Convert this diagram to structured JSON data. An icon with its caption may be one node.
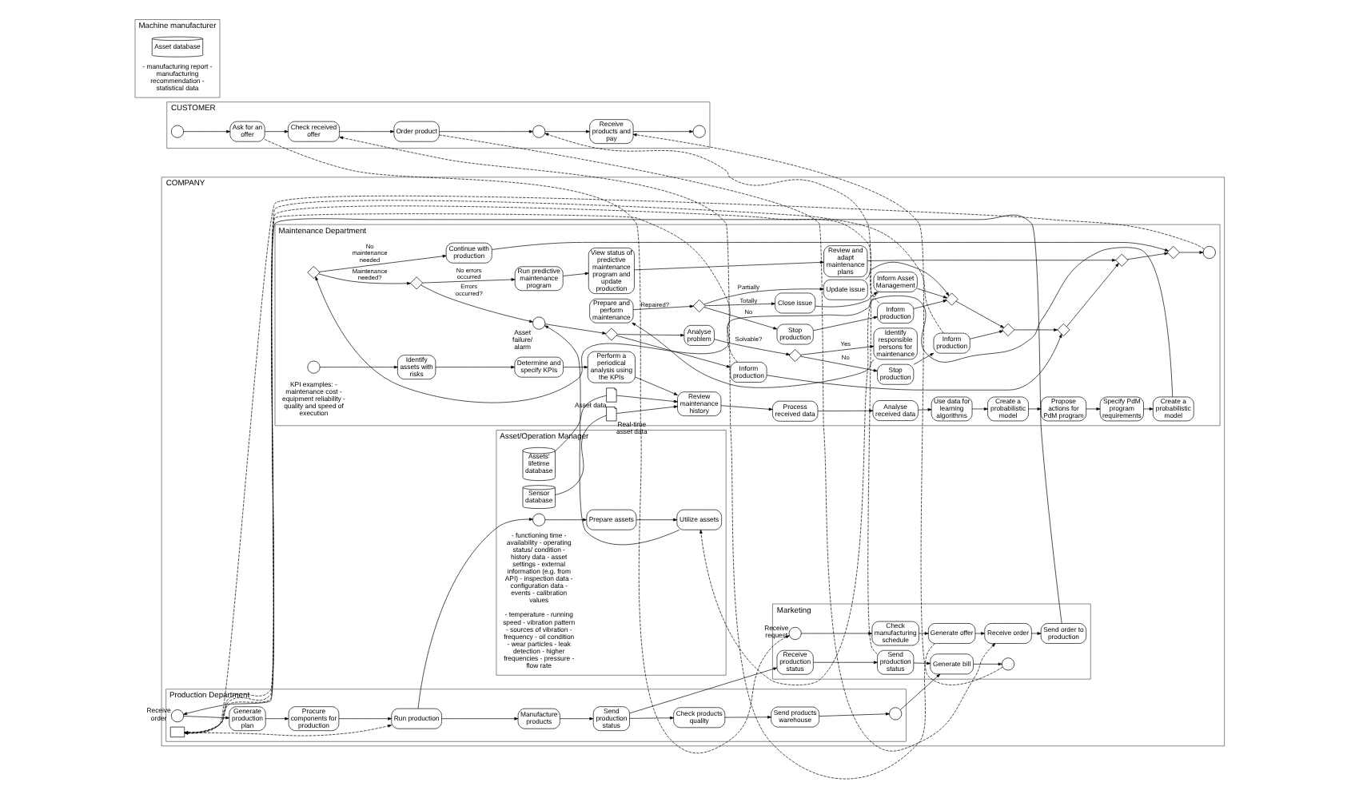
{
  "diagram": {
    "nodes": [
      {
        "text": [
          "CUSTOMER"
        ]
      },
      {
        "text": [
          "COMPANY"
        ]
      },
      {
        "text": [
          "Marketing"
        ],
        "in": 1
      },
      {
        "text": [
          "Production Department"
        ],
        "in": 1
      },
      {
        "text": [
          "Asset/Operation Manager"
        ],
        "in": 1
      },
      {
        "text": [
          "Maintenance Department"
        ],
        "in": 1
      },
      {
        "text": [
          "Machine manufacturer"
        ]
      },
      {
        "text": [],
        "shape": "circle",
        "in": 0
      },
      {
        "text": [
          "Ask for an offer"
        ],
        "in": 0
      },
      {
        "text": [
          "Check received offer"
        ],
        "in": 0
      },
      {
        "text": [
          "Order product"
        ],
        "in": 0
      },
      {
        "text": [],
        "shape": "circle",
        "in": 0
      },
      {
        "text": [
          "Receive products and pay"
        ],
        "in": 0
      },
      {
        "text": [],
        "shape": "circle",
        "in": 0
      },
      {
        "text": [],
        "shape": "circle",
        "beside": [
          "Receive request"
        ],
        "in": 2
      },
      {
        "text": [
          "Check manufacturing schedule"
        ],
        "in": 2
      },
      {
        "text": [
          "Generate offer"
        ],
        "in": 2
      },
      {
        "text": [
          "Receive order"
        ],
        "in": 2
      },
      {
        "text": [
          "Send order to production"
        ],
        "in": 2
      },
      {
        "text": [
          "Receive production status"
        ],
        "in": 2
      },
      {
        "text": [
          "Send production status"
        ],
        "in": 2
      },
      {
        "text": [
          "Generate bill"
        ],
        "in": 2
      },
      {
        "text": [],
        "shape": "circle",
        "in": 2
      },
      {
        "text": [],
        "shape": "circle",
        "beside": [
          "Receive order"
        ],
        "in": 3
      },
      {
        "text": [
          "Generate production plan"
        ],
        "in": 3
      },
      {
        "text": [
          "Procure components for production"
        ],
        "in": 3
      },
      {
        "text": [
          "Run production"
        ],
        "in": 3
      },
      {
        "text": [
          "Manufacture products"
        ],
        "in": 3
      },
      {
        "text": [
          "Send production status"
        ],
        "in": 3
      },
      {
        "text": [
          "Check products quality"
        ],
        "in": 3
      },
      {
        "text": [
          "Send products warehouse"
        ],
        "in": 3
      },
      {
        "text": [],
        "shape": "circle",
        "in": 3
      },
      {
        "text": [],
        "shape": "envelope",
        "in": 3
      },
      {
        "text": [],
        "shape": "circle",
        "in": 4
      },
      {
        "text": [
          "Prepare assets"
        ],
        "in": 4
      },
      {
        "text": [
          "Utilize assets"
        ],
        "in": 4
      },
      {
        "text": [
          "Assets' lifetime database"
        ],
        "in": 4
      },
      {
        "text": [
          "Sensor database"
        ],
        "in": 4
      },
      {
        "text": [],
        "shape": "circle",
        "in": 5
      },
      {
        "text": [
          "Identify assets with risks"
        ],
        "in": 5
      },
      {
        "text": [
          "Determine and specify KPIs"
        ],
        "in": 5
      },
      {
        "text": [
          "Perform a periodical analysis using the KPIs"
        ],
        "in": 5
      },
      {
        "text": [
          "Review maintenance history"
        ],
        "in": 5
      },
      {
        "text": [
          "Process received data"
        ],
        "in": 5
      },
      {
        "text": [
          "Analyse received data"
        ],
        "in": 5
      },
      {
        "text": [
          "Use data for learning algorithms"
        ],
        "in": 5
      },
      {
        "text": [
          "Create a probabilistic model"
        ],
        "in": 5
      },
      {
        "text": [
          "Propose actions for PdM program"
        ],
        "in": 5
      },
      {
        "text": [
          "Specify PdM program requirements"
        ],
        "in": 5
      },
      {
        "text": [
          "Create a probabilistic model"
        ],
        "in": 5
      },
      {
        "text": [],
        "shape": "diamond",
        "in": 5
      },
      {
        "text": [],
        "shape": "diamond",
        "in": 5
      },
      {
        "text": [],
        "shape": "circle",
        "beside": [
          "Asset failure/ alarm"
        ],
        "in": 5
      },
      {
        "text": [],
        "shape": "diamond",
        "in": 5
      },
      {
        "text": [
          "Inform production"
        ],
        "in": 5
      },
      {
        "text": [
          "Analyse problem"
        ],
        "in": 5
      },
      {
        "text": [],
        "shape": "diamond",
        "in": 5
      },
      {
        "text": [
          "Identify responsible persons for maintenance"
        ],
        "in": 5
      },
      {
        "text": [
          "Prepare and perform maintenance"
        ],
        "in": 5
      },
      {
        "text": [],
        "shape": "diamond",
        "in": 5
      },
      {
        "text": [
          "Close issue"
        ],
        "in": 5
      },
      {
        "text": [
          "Inform Asset Management"
        ],
        "in": 5
      },
      {
        "text": [
          "Update issue"
        ],
        "in": 5
      },
      {
        "text": [
          "Stop production"
        ],
        "in": 5
      },
      {
        "text": [
          "Inform production"
        ],
        "in": 5
      },
      {
        "text": [],
        "shape": "diamond",
        "in": 5
      },
      {
        "text": [
          "Stop production"
        ],
        "in": 5
      },
      {
        "text": [
          "Inform production"
        ],
        "in": 5
      },
      {
        "text": [],
        "shape": "diamond",
        "in": 5
      },
      {
        "text": [],
        "shape": "diamond",
        "in": 5
      },
      {
        "text": [],
        "shape": "diamond",
        "in": 5
      },
      {
        "text": [
          "Run predictive maintenance program"
        ],
        "in": 5
      },
      {
        "text": [
          "View status of predictive maintenance program and update production"
        ],
        "in": 5
      },
      {
        "text": [
          "Review and adapt maintenance plans"
        ],
        "in": 5
      },
      {
        "text": [
          "Continue with production"
        ],
        "in": 5
      },
      {
        "text": [],
        "shape": "diamond",
        "in": 5
      },
      {
        "text": [],
        "shape": "circle",
        "in": 5
      },
      {
        "text": [],
        "shape": "document",
        "beside": [
          "Asset data"
        ],
        "in": 5
      },
      {
        "text": [],
        "shape": "document",
        "beside": [
          "Real-time asset data"
        ],
        "in": 5
      },
      {
        "text": [
          "Asset database"
        ],
        "in": 6
      }
    ],
    "edges": [
      {
        "from": 7,
        "to": 8,
        "arrow": "to"
      },
      {
        "from": 8,
        "to": 9,
        "arrow": "to"
      },
      {
        "from": 9,
        "to": 10,
        "arrow": "to"
      },
      {
        "from": 10,
        "to": 11,
        "arrow": "to"
      },
      {
        "from": 11,
        "to": 12,
        "arrow": "to"
      },
      {
        "from": 12,
        "to": 13,
        "arrow": "to"
      },
      {
        "from": 8,
        "to": 14,
        "arrow": "to",
        "style": "dashed"
      },
      {
        "from": 16,
        "to": 9,
        "arrow": "to",
        "style": "dashed"
      },
      {
        "from": 10,
        "to": 17,
        "arrow": "to",
        "style": "dashed"
      },
      {
        "from": 20,
        "to": 11,
        "arrow": "to",
        "style": "dashed"
      },
      {
        "from": 22,
        "to": 12,
        "arrow": "to",
        "style": "dashed"
      },
      {
        "from": 14,
        "to": 15,
        "arrow": "to"
      },
      {
        "from": 15,
        "to": 16,
        "arrow": "to"
      },
      {
        "from": 16,
        "to": 17,
        "arrow": "to"
      },
      {
        "from": 17,
        "to": 18,
        "arrow": "to"
      },
      {
        "from": 18,
        "to": 23,
        "arrow": "to"
      },
      {
        "from": 19,
        "to": 20,
        "arrow": "to"
      },
      {
        "from": 20,
        "to": 21,
        "arrow": "to"
      },
      {
        "from": 21,
        "to": 22,
        "arrow": "to"
      },
      {
        "from": 28,
        "to": 19,
        "arrow": "to"
      },
      {
        "from": 31,
        "to": 21,
        "arrow": "to"
      },
      {
        "from": 23,
        "to": 24,
        "arrow": "to"
      },
      {
        "from": 24,
        "to": 25,
        "arrow": "to"
      },
      {
        "from": 25,
        "to": 26,
        "arrow": "to"
      },
      {
        "from": 26,
        "to": 27,
        "arrow": "to"
      },
      {
        "from": 27,
        "to": 28,
        "arrow": "to"
      },
      {
        "from": 28,
        "to": 29,
        "arrow": "to"
      },
      {
        "from": 29,
        "to": 30,
        "arrow": "to"
      },
      {
        "from": 30,
        "to": 31,
        "arrow": "to"
      },
      {
        "from": 32,
        "to": 26,
        "arrow": "to",
        "style": "dashed"
      },
      {
        "from": 26,
        "to": 33,
        "arrow": "to"
      },
      {
        "from": 33,
        "to": 34,
        "arrow": "to"
      },
      {
        "from": 34,
        "to": 35,
        "arrow": "to"
      },
      {
        "from": 35,
        "to": 52,
        "arrow": "to"
      },
      {
        "from": 54,
        "to": 32,
        "arrow": "to",
        "style": "dashed"
      },
      {
        "from": 64,
        "to": 32,
        "arrow": "to",
        "style": "dashed"
      },
      {
        "from": 67,
        "to": 32,
        "arrow": "to",
        "style": "dashed"
      },
      {
        "from": 76,
        "to": 32,
        "arrow": "to",
        "style": "dashed"
      },
      {
        "from": 61,
        "to": 35,
        "arrow": "to",
        "style": "dashed"
      },
      {
        "from": 36,
        "to": 77,
        "arrow": "none"
      },
      {
        "from": 37,
        "to": 78,
        "arrow": "none"
      },
      {
        "from": 77,
        "to": 42,
        "arrow": "to"
      },
      {
        "from": 78,
        "to": 42,
        "arrow": "to"
      },
      {
        "from": 38,
        "to": 39,
        "arrow": "to"
      },
      {
        "from": 39,
        "to": 40,
        "arrow": "to"
      },
      {
        "from": 40,
        "to": 41,
        "arrow": "to"
      },
      {
        "from": 41,
        "to": 42,
        "arrow": "to"
      },
      {
        "from": 42,
        "to": 43,
        "arrow": "to"
      },
      {
        "from": 43,
        "to": 44,
        "arrow": "to"
      },
      {
        "from": 44,
        "to": 45,
        "arrow": "to"
      },
      {
        "from": 45,
        "to": 46,
        "arrow": "to"
      },
      {
        "from": 46,
        "to": 47,
        "arrow": "to"
      },
      {
        "from": 47,
        "to": 48,
        "arrow": "to"
      },
      {
        "from": 48,
        "to": 49,
        "arrow": "to"
      },
      {
        "from": 49,
        "to": 50,
        "arrow": "to"
      },
      {
        "from": 50,
        "to": 51,
        "arrow": "to",
        "label": "Maintenance needed?"
      },
      {
        "from": 50,
        "to": 74,
        "arrow": "to",
        "label": "No maintenance needed"
      },
      {
        "from": 51,
        "to": 52,
        "arrow": "to",
        "label": "Errors occurred?"
      },
      {
        "from": 51,
        "to": 71,
        "arrow": "to",
        "label": "No errors occurred"
      },
      {
        "from": 52,
        "to": 53,
        "arrow": "to"
      },
      {
        "from": 53,
        "to": 54,
        "arrow": "to"
      },
      {
        "from": 53,
        "to": 55,
        "arrow": "to"
      },
      {
        "from": 54,
        "to": 69,
        "arrow": "to"
      },
      {
        "from": 55,
        "to": 56,
        "arrow": "to",
        "label": "Solvable?"
      },
      {
        "from": 56,
        "to": 57,
        "arrow": "to",
        "label": "Yes"
      },
      {
        "from": 56,
        "to": 66,
        "arrow": "to",
        "label": "No"
      },
      {
        "from": 57,
        "to": 58,
        "arrow": "to"
      },
      {
        "from": 58,
        "to": 59,
        "arrow": "to",
        "label": "Repaired?"
      },
      {
        "from": 59,
        "to": 60,
        "arrow": "to",
        "label": "Totally"
      },
      {
        "from": 59,
        "to": 62,
        "arrow": "to",
        "label": "Partially"
      },
      {
        "from": 59,
        "to": 63,
        "arrow": "to",
        "label": "No"
      },
      {
        "from": 60,
        "to": 61,
        "arrow": "to"
      },
      {
        "from": 61,
        "to": 65,
        "arrow": "to"
      },
      {
        "from": 62,
        "to": 65,
        "arrow": "to"
      },
      {
        "from": 63,
        "to": 64,
        "arrow": "to"
      },
      {
        "from": 64,
        "to": 65,
        "arrow": "to"
      },
      {
        "from": 65,
        "to": 68,
        "arrow": "to"
      },
      {
        "from": 66,
        "to": 67,
        "arrow": "to"
      },
      {
        "from": 67,
        "to": 68,
        "arrow": "to"
      },
      {
        "from": 68,
        "to": 69,
        "arrow": "to"
      },
      {
        "from": 69,
        "to": 70,
        "arrow": "to"
      },
      {
        "from": 71,
        "to": 72,
        "arrow": "to"
      },
      {
        "from": 72,
        "to": 73,
        "arrow": "to"
      },
      {
        "from": 73,
        "to": 70,
        "arrow": "to"
      },
      {
        "from": 70,
        "to": 75,
        "arrow": "to"
      },
      {
        "from": 74,
        "to": 75,
        "arrow": "to"
      },
      {
        "from": 75,
        "to": 76,
        "arrow": "to"
      }
    ],
    "labels": [
      "- functioning time - availability - operating status/ condition - history data - asset settings - external information (e.g. from API) - inspection data - configuration data - events - calibration values",
      "- temperature - running speed - vibration pattern - sources of vibration - frequency - oil condition - wear particles - leak detection - higher frequencies - pressure - flow rate",
      "KPI examples: - maintenance cost - equipment reliability - quality and speed of execution",
      "- manufacturing report - manufacturing recommendation - statistical data"
    ]
  }
}
